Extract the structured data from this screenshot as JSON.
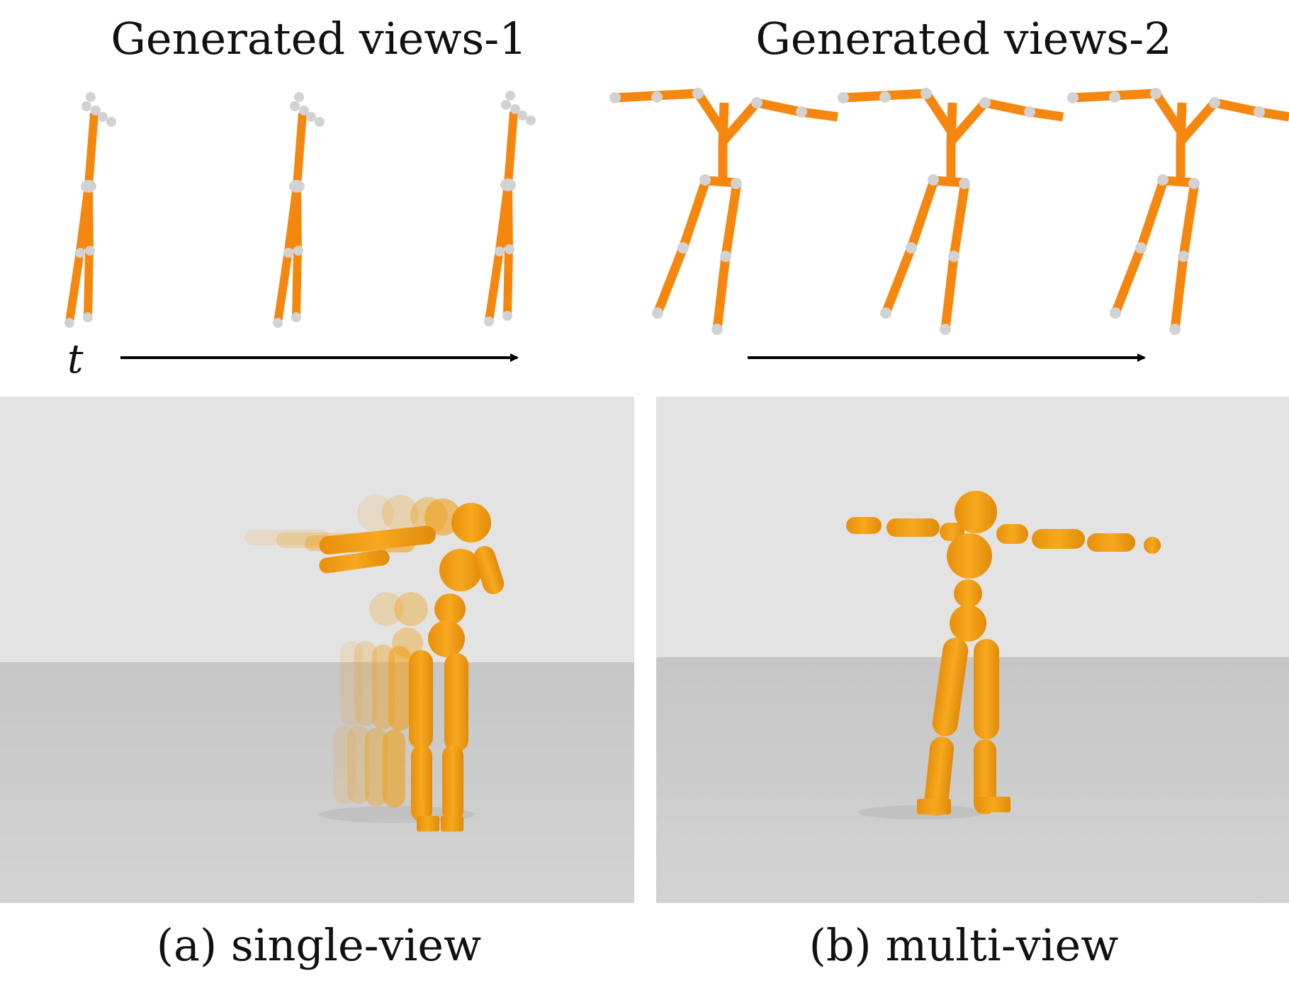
{
  "top": {
    "title_left": "Generated views-1",
    "title_right": "Generated views-2",
    "time_label": "t"
  },
  "bottom": {
    "caption_left": "(a) single-view",
    "caption_right": "(b) multi-view"
  },
  "colors": {
    "bone": "#f5870e",
    "joint": "#d2d2d2",
    "body": "#f1a118",
    "wall": "#e3e3e3",
    "floor": "#cbcbcb"
  }
}
